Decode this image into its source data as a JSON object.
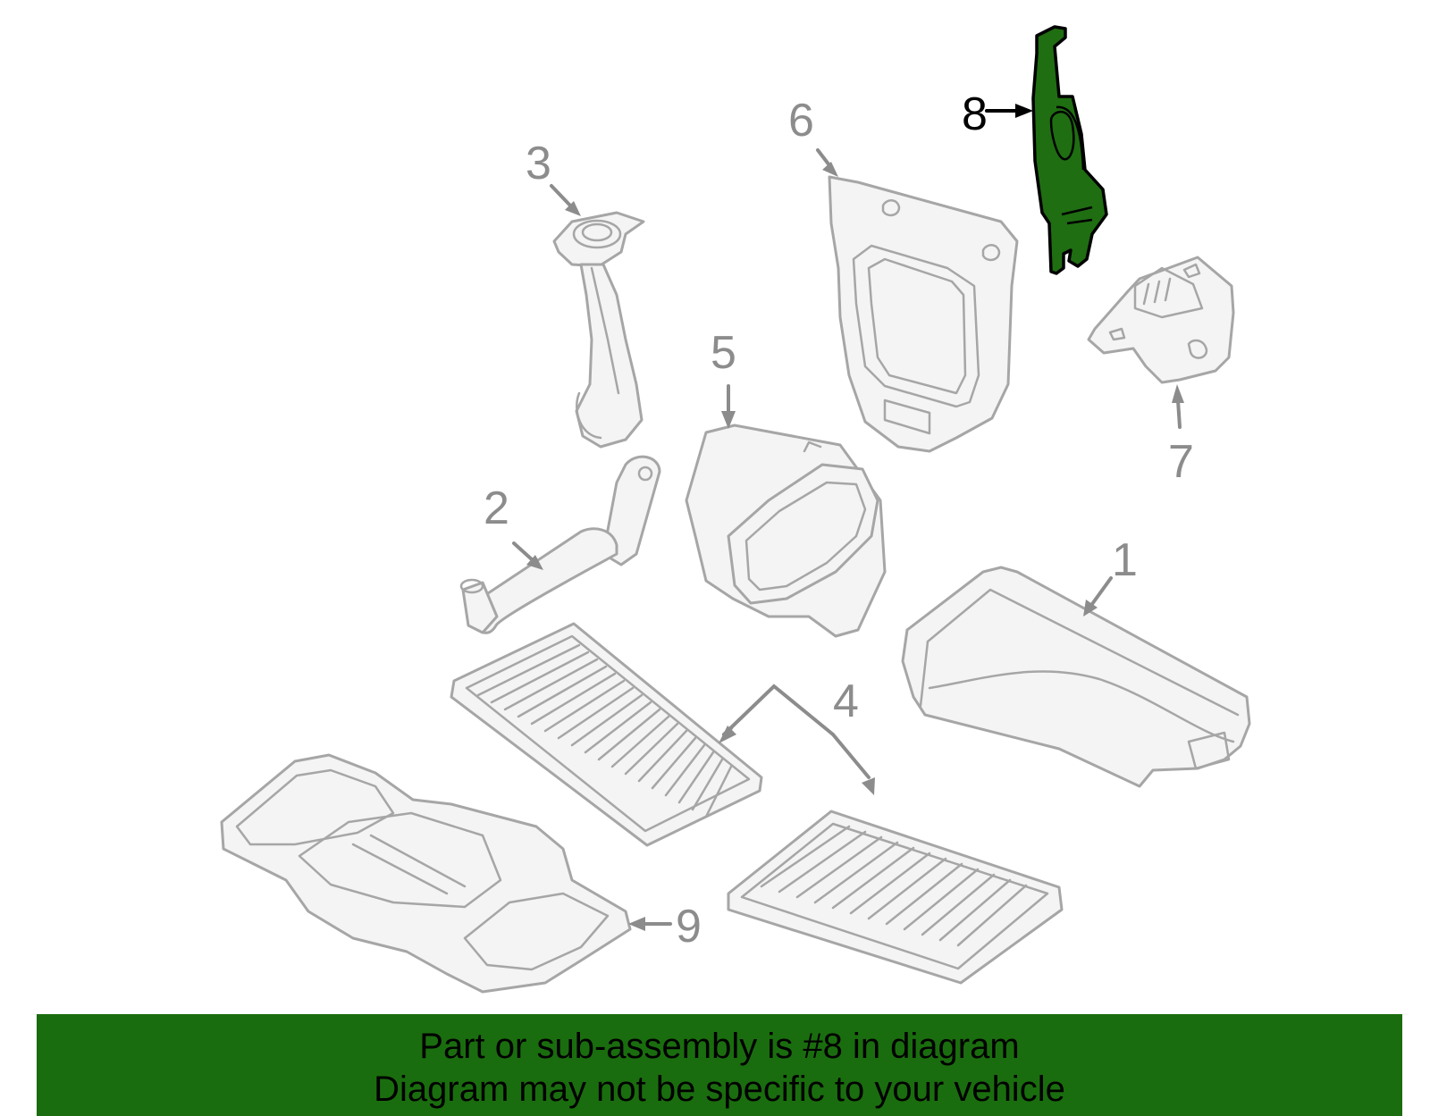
{
  "callouts": {
    "c1": "1",
    "c2": "2",
    "c3": "3",
    "c4": "4",
    "c5": "5",
    "c6": "6",
    "c7": "7",
    "c8": "8",
    "c9": "9"
  },
  "highlighted_part": "8",
  "colors": {
    "banner": "#1a6d0e",
    "highlight_fill": "#1f6e12",
    "part_outline": "#a6a6a6",
    "callout_gray": "#8c8c8c"
  },
  "banner": {
    "line1": "Part or sub-assembly is #8 in diagram",
    "line2": "Diagram may not be specific to your vehicle"
  }
}
